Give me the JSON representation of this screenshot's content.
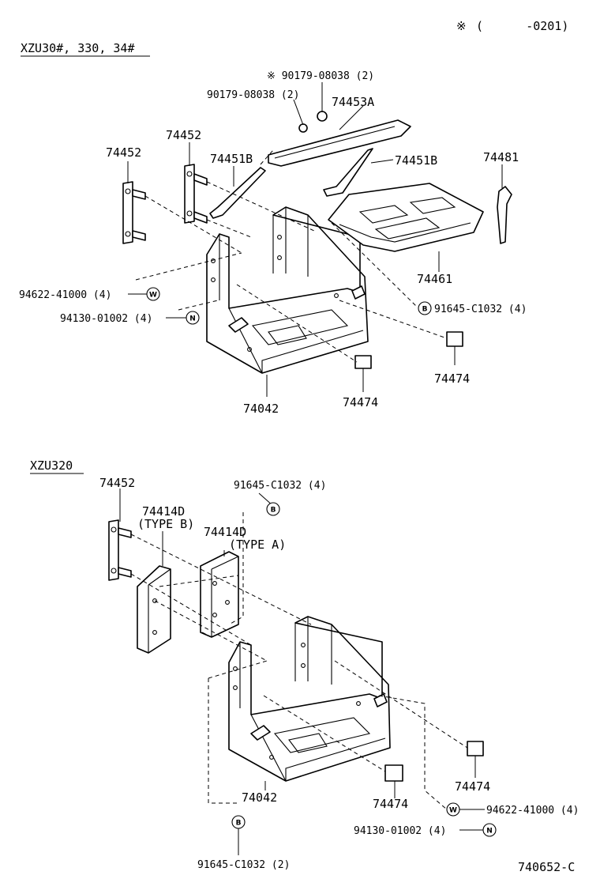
{
  "note": {
    "mark": "※",
    "text": "(      -0201)"
  },
  "footer": {
    "code": "740652-C"
  },
  "upper": {
    "header": "XZU30#, 330, 34#",
    "labels": {
      "nut_marked": "※ 90179-08038 (2)",
      "nut": "90179-08038 (2)",
      "clamp_a": "74453A",
      "bracket_left": "74452",
      "bracket_mid": "74452",
      "rod_left": "74451B",
      "rod_right": "74451B",
      "hook": "74481",
      "cover": "74461",
      "washer": "94622-41000 (4)",
      "nut_n": "94130-01002 (4)",
      "bolt_b": "91645-C1032 (4)",
      "pad_right": "74474",
      "carrier": "74042",
      "pad_bottom": "74474"
    },
    "symbols": {
      "w": "W",
      "n": "N",
      "b": "B"
    }
  },
  "lower": {
    "header": "XZU320",
    "labels": {
      "bracket": "74452",
      "type_b_part": "74414D",
      "type_b": "(TYPE B)",
      "type_a_part": "74414D",
      "type_a": "(TYPE A)",
      "bolt_top": "91645-C1032 (4)",
      "carrier": "74042",
      "pad_mid": "74474",
      "pad_right": "74474",
      "washer": "94622-41000 (4)",
      "nut_n": "94130-01002 (4)",
      "bolt_bottom": "91645-C1032 (2)"
    },
    "symbols": {
      "w": "W",
      "n": "N",
      "b_top": "B",
      "b_bottom": "B"
    }
  }
}
